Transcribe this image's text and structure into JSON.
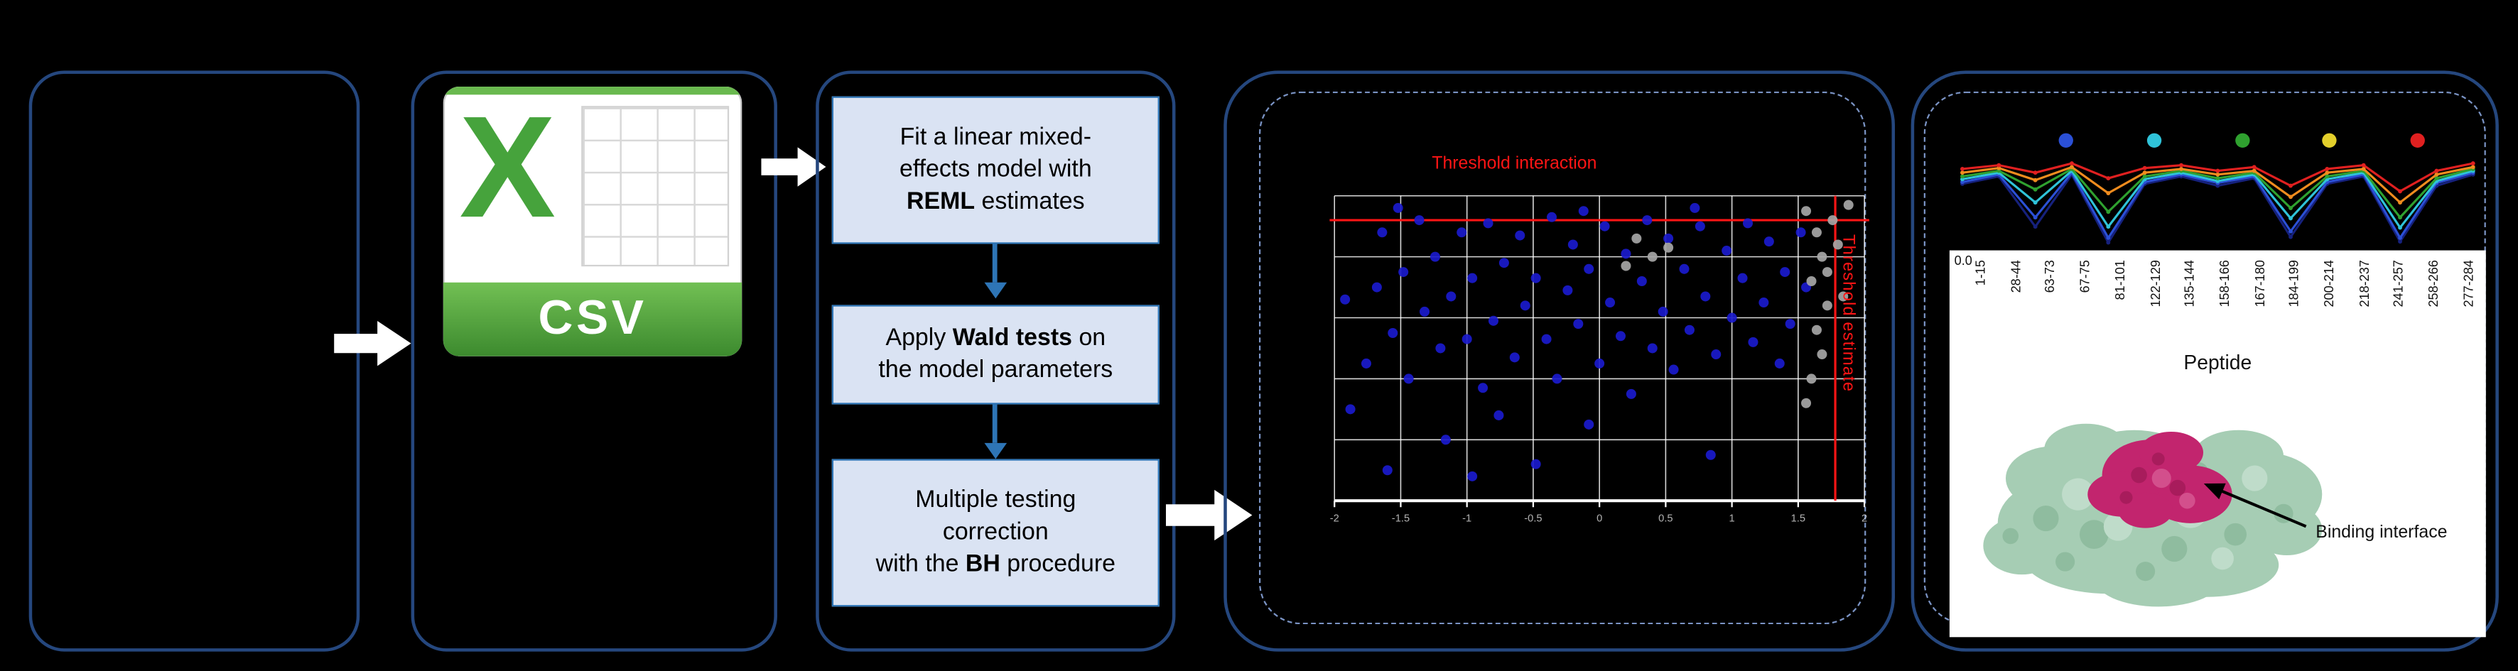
{
  "colors": {
    "panel_border": "#25477e",
    "dashed_border": "#7a93c4",
    "step_fill": "#dae3f3",
    "step_border": "#2e75b6",
    "red": "#ff1515",
    "csv_green": "#46a33c"
  },
  "csv": {
    "letter": "X",
    "label": "CSV"
  },
  "steps": [
    {
      "lines": [
        [
          {
            "t": "Fit a linear mixed-"
          }
        ],
        [
          {
            "t": "effects model with"
          }
        ],
        [
          {
            "t": "REML",
            "b": 1
          },
          {
            "t": " estimates"
          }
        ]
      ]
    },
    {
      "lines": [
        [
          {
            "t": "Apply "
          },
          {
            "t": "Wald tests",
            "b": 1
          },
          {
            "t": " on"
          }
        ],
        [
          {
            "t": "the model parameters"
          }
        ]
      ]
    },
    {
      "lines": [
        [
          {
            "t": "Multiple testing"
          }
        ],
        [
          {
            "t": "correction"
          }
        ],
        [
          {
            "t": "with the "
          },
          {
            "t": "BH",
            "b": 1
          },
          {
            "t": " procedure"
          }
        ]
      ]
    }
  ],
  "protein": {
    "annotation": "Binding interface"
  },
  "chart_data": [
    {
      "type": "scatter",
      "title": "Threshold interaction",
      "vertical_label": "Threshold estimate",
      "grid": {
        "v_lines": 9,
        "h_lines": 6,
        "color": "#ffffff"
      },
      "x_ticks": [
        "-2",
        "-1.5",
        "-1",
        "-0.5",
        "0",
        "0.5",
        "1",
        "1.5",
        "2"
      ],
      "thresholds": {
        "h_pct": 8,
        "v_pct": 94.5,
        "color": "#ff1515"
      },
      "series": [
        {
          "name": "blue",
          "color": "#1a1acd",
          "points": [
            [
              2,
              34
            ],
            [
              3,
              70
            ],
            [
              6,
              55
            ],
            [
              8,
              30
            ],
            [
              9,
              12
            ],
            [
              11,
              45
            ],
            [
              12,
              4
            ],
            [
              13,
              25
            ],
            [
              14,
              60
            ],
            [
              16,
              8
            ],
            [
              17,
              38
            ],
            [
              19,
              20
            ],
            [
              20,
              50
            ],
            [
              21,
              80
            ],
            [
              22,
              33
            ],
            [
              24,
              12
            ],
            [
              25,
              47
            ],
            [
              26,
              92
            ],
            [
              26,
              27
            ],
            [
              28,
              63
            ],
            [
              29,
              9
            ],
            [
              30,
              41
            ],
            [
              31,
              72
            ],
            [
              32,
              22
            ],
            [
              34,
              53
            ],
            [
              35,
              13
            ],
            [
              36,
              36
            ],
            [
              38,
              88
            ],
            [
              38,
              27
            ],
            [
              40,
              47
            ],
            [
              41,
              7
            ],
            [
              42,
              60
            ],
            [
              44,
              31
            ],
            [
              45,
              16
            ],
            [
              46,
              42
            ],
            [
              47,
              5
            ],
            [
              48,
              75
            ],
            [
              48,
              24
            ],
            [
              50,
              55
            ],
            [
              51,
              10
            ],
            [
              52,
              35
            ],
            [
              54,
              46
            ],
            [
              55,
              19
            ],
            [
              56,
              65
            ],
            [
              58,
              28
            ],
            [
              59,
              8
            ],
            [
              60,
              50
            ],
            [
              62,
              38
            ],
            [
              63,
              14
            ],
            [
              64,
              57
            ],
            [
              66,
              24
            ],
            [
              67,
              44
            ],
            [
              68,
              4
            ],
            [
              69,
              10
            ],
            [
              70,
              33
            ],
            [
              71,
              85
            ],
            [
              72,
              52
            ],
            [
              74,
              18
            ],
            [
              75,
              40
            ],
            [
              77,
              27
            ],
            [
              78,
              9
            ],
            [
              79,
              48
            ],
            [
              81,
              35
            ],
            [
              82,
              15
            ],
            [
              84,
              55
            ],
            [
              85,
              25
            ],
            [
              86,
              42
            ],
            [
              88,
              12
            ],
            [
              89,
              30
            ],
            [
              10,
              90
            ]
          ]
        },
        {
          "name": "grey",
          "color": "#a6a6a6",
          "points": [
            [
              55,
              23
            ],
            [
              57,
              14
            ],
            [
              60,
              20
            ],
            [
              63,
              17
            ],
            [
              89,
              5
            ],
            [
              91,
              12
            ],
            [
              92,
              20
            ],
            [
              90,
              28
            ],
            [
              93,
              36
            ],
            [
              91,
              44
            ],
            [
              92,
              52
            ],
            [
              90,
              60
            ],
            [
              94,
              8
            ],
            [
              95,
              16
            ],
            [
              93,
              25
            ],
            [
              96,
              33
            ],
            [
              89,
              68
            ],
            [
              97,
              3
            ]
          ]
        }
      ]
    },
    {
      "type": "line",
      "x_labels": [
        "1-15",
        "28-44",
        "63-73",
        "67-75",
        "81-101",
        "122-129",
        "135-144",
        "158-166",
        "167-180",
        "184-199",
        "200-214",
        "218-237",
        "241-257",
        "258-266",
        "277-284"
      ],
      "xlabel": "Peptide",
      "ytick": "0.0",
      "legend_dots": [
        "#2b50d6",
        "#2fc3d9",
        "#2fa12f",
        "#e3cf2b",
        "#e02020"
      ],
      "series": [
        {
          "color": "#16217d",
          "values": [
            0.68,
            0.76,
            0.22,
            0.78,
            0.05,
            0.68,
            0.76,
            0.66,
            0.74,
            0.11,
            0.68,
            0.76,
            0.06,
            0.66,
            0.78
          ]
        },
        {
          "color": "#2b50d6",
          "values": [
            0.7,
            0.78,
            0.32,
            0.8,
            0.1,
            0.7,
            0.78,
            0.69,
            0.76,
            0.17,
            0.7,
            0.78,
            0.1,
            0.69,
            0.8
          ]
        },
        {
          "color": "#2fc3d9",
          "values": [
            0.73,
            0.8,
            0.48,
            0.82,
            0.22,
            0.73,
            0.8,
            0.71,
            0.78,
            0.31,
            0.73,
            0.8,
            0.21,
            0.71,
            0.82
          ]
        },
        {
          "color": "#2fa12f",
          "values": [
            0.76,
            0.82,
            0.62,
            0.84,
            0.38,
            0.76,
            0.82,
            0.74,
            0.8,
            0.42,
            0.76,
            0.82,
            0.32,
            0.74,
            0.84
          ]
        },
        {
          "color": "#f08c1e",
          "values": [
            0.8,
            0.85,
            0.72,
            0.86,
            0.58,
            0.8,
            0.84,
            0.78,
            0.82,
            0.54,
            0.8,
            0.84,
            0.48,
            0.78,
            0.86
          ]
        },
        {
          "color": "#e02020",
          "values": [
            0.84,
            0.88,
            0.8,
            0.9,
            0.74,
            0.85,
            0.88,
            0.82,
            0.86,
            0.66,
            0.84,
            0.88,
            0.6,
            0.82,
            0.9
          ]
        }
      ]
    }
  ]
}
